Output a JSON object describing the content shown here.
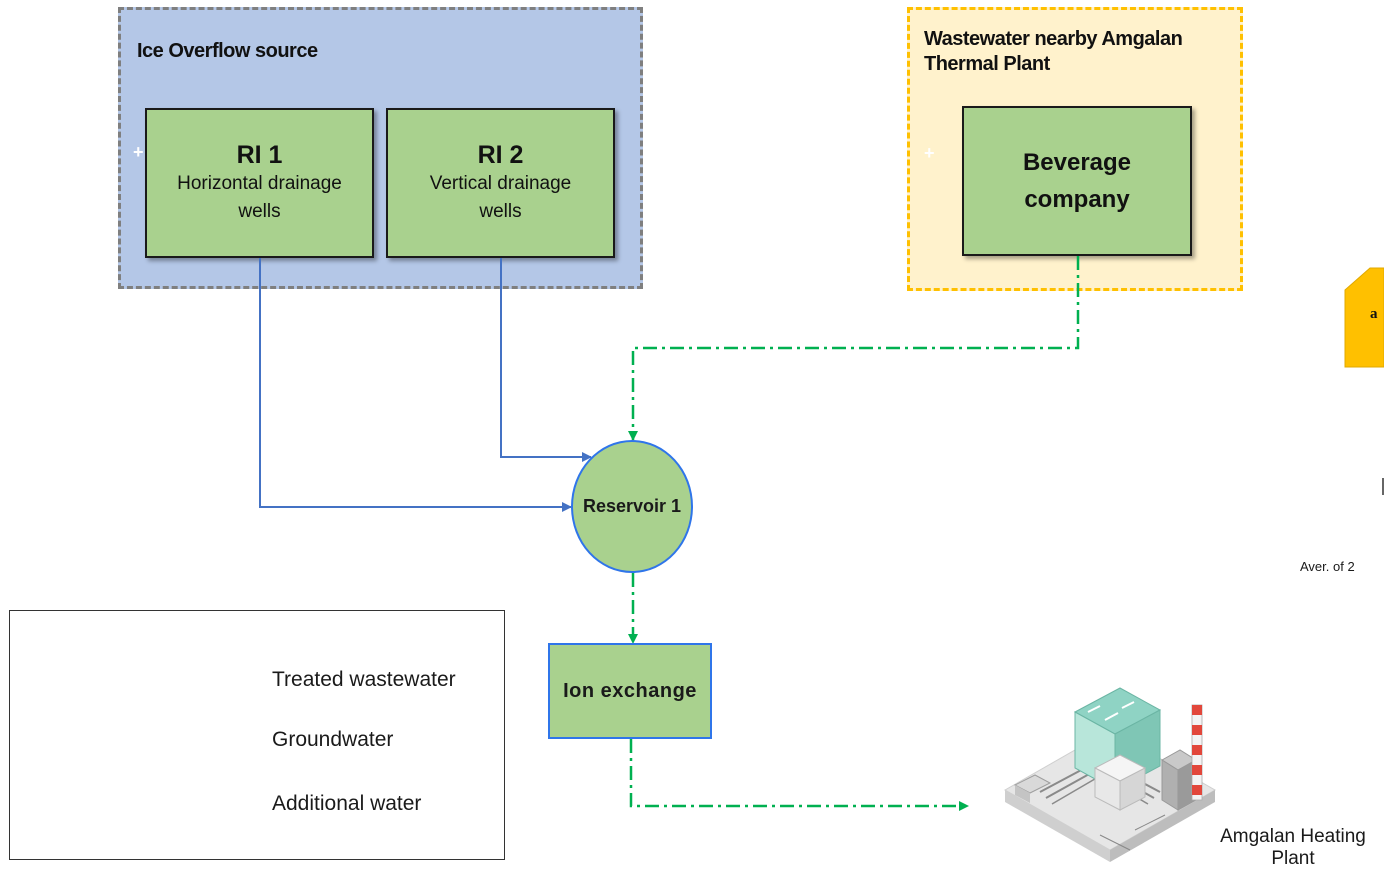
{
  "groups": {
    "ice_overflow": {
      "title": "Ice Overflow source"
    },
    "wastewater": {
      "title_line1": "Wastewater nearby Amgalan",
      "title_line2": "Thermal Plant"
    }
  },
  "nodes": {
    "ri1": {
      "title": "RI 1",
      "sub_line1": "Horizontal drainage",
      "sub_line2": "wells"
    },
    "ri2": {
      "title": "RI 2",
      "sub_line1": "Vertical drainage",
      "sub_line2": "wells"
    },
    "beverage": {
      "line1": "Beverage",
      "line2": "company"
    },
    "reservoir": {
      "label": "Reservoir 1"
    },
    "ion_exchange": {
      "label": "Ion exchange"
    },
    "plant": {
      "line1": "Amgalan Heating",
      "line2": "Plant"
    }
  },
  "legend": {
    "items": [
      {
        "label": "Treated wastewater",
        "color": "#00b050",
        "style": "dash-dot"
      },
      {
        "label": "Groundwater",
        "color": "#4472c4",
        "style": "solid"
      },
      {
        "label": "Additional water",
        "color": "#ed7d31",
        "style": "solid"
      }
    ]
  },
  "edge_fragments": {
    "side_text": "Aver. of 2",
    "side_box_letter": "a"
  },
  "colors": {
    "groundwater": "#4472c4",
    "treated": "#00b050",
    "additional": "#ed7d31",
    "node_fill": "#a9d18e",
    "blue_group": "#b4c7e7",
    "yellow_group": "#fff2cc"
  }
}
